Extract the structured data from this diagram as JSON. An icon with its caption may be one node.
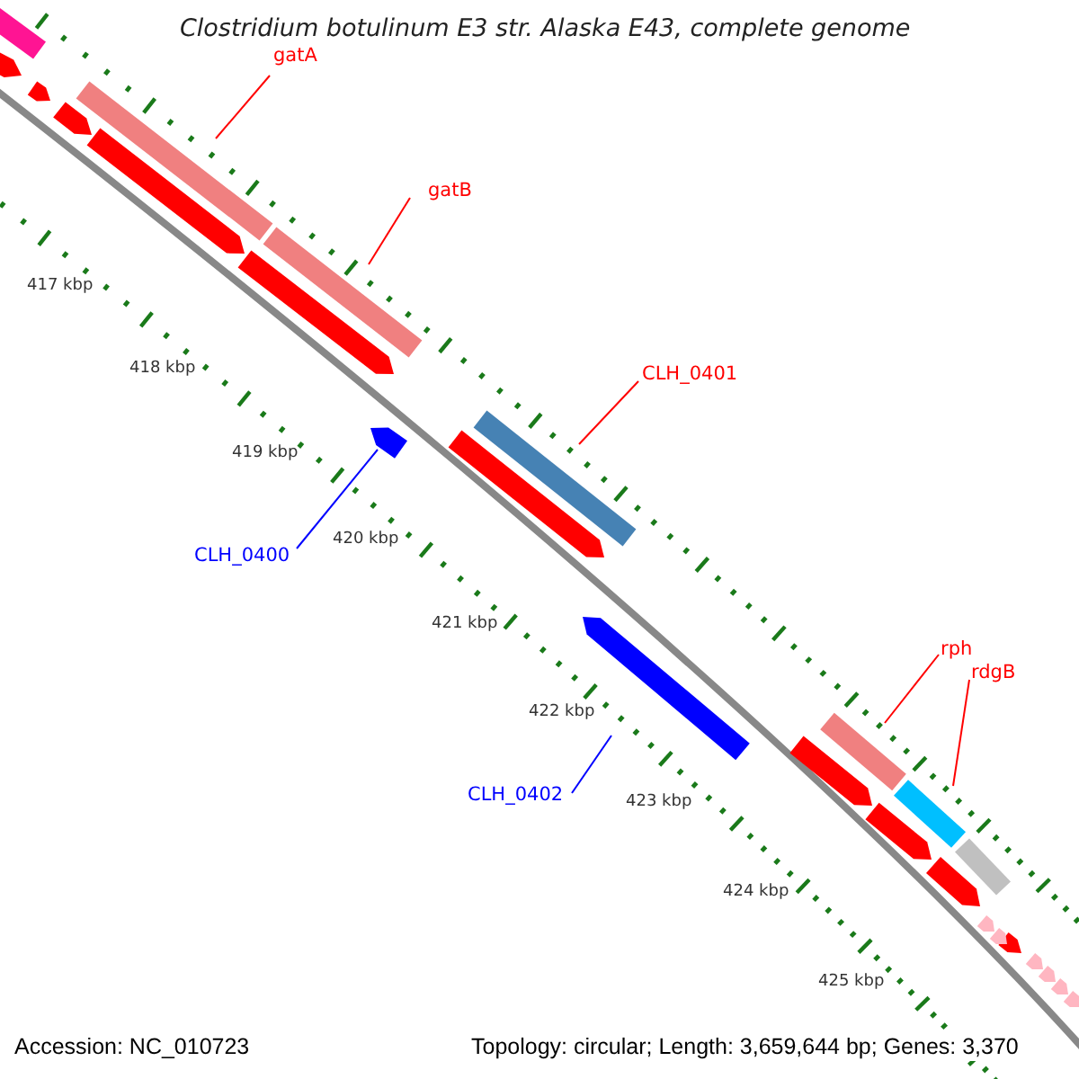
{
  "diagram": {
    "title": "Clostridium botulinum E3 str. Alaska E43, complete genome",
    "nodes": [
      {
        "text": [
          "gatA"
        ]
      },
      {
        "text": [],
        "shape": "bar"
      },
      {
        "text": [
          "gatB"
        ]
      },
      {
        "text": [],
        "shape": "bar"
      },
      {
        "text": [
          "CLH_0401"
        ]
      },
      {
        "text": [],
        "shape": "bar"
      },
      {
        "text": [
          "CLH_0400"
        ]
      },
      {
        "text": [],
        "shape": "bar"
      },
      {
        "text": [
          "CLH_0402"
        ]
      },
      {
        "text": [],
        "shape": "bar"
      },
      {
        "text": [
          "rph"
        ]
      },
      {
        "text": [],
        "shape": "bar"
      },
      {
        "text": [
          "rdgB"
        ]
      },
      {
        "text": [],
        "shape": "bar"
      }
    ],
    "edges": [
      {
        "from": 0,
        "to": 1,
        "arrow": "none"
      },
      {
        "from": 2,
        "to": 3,
        "arrow": "none"
      },
      {
        "from": 4,
        "to": 5,
        "arrow": "none"
      },
      {
        "from": 6,
        "to": 7,
        "arrow": "none",
        "color": "#0000ff"
      },
      {
        "from": 8,
        "to": 9,
        "arrow": "none",
        "color": "#0000ff"
      },
      {
        "from": 10,
        "to": 11,
        "arrow": "none"
      },
      {
        "from": 12,
        "to": 13,
        "arrow": "none"
      }
    ],
    "labels": [
      "417 kbp",
      "418 kbp",
      "419 kbp",
      "420 kbp",
      "421 kbp",
      "422 kbp",
      "423 kbp",
      "424 kbp",
      "425 kbp",
      "Accession: NC_010723",
      "Topology: circular; Length: 3,659,644 bp; Genes: 3,370"
    ]
  }
}
